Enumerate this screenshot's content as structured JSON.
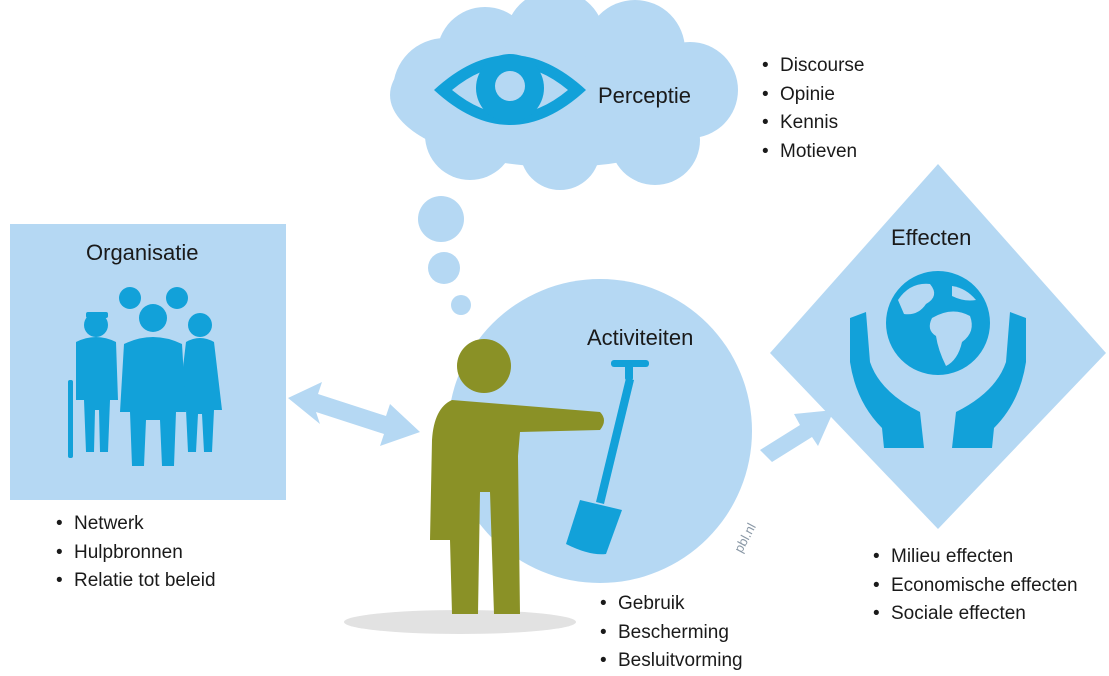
{
  "nodes": {
    "perceptie": {
      "label": "Perceptie",
      "items": [
        "Discourse",
        "Opinie",
        "Kennis",
        "Motieven"
      ]
    },
    "organisatie": {
      "label": "Organisatie",
      "items": [
        "Netwerk",
        "Hulpbronnen",
        "Relatie tot beleid"
      ]
    },
    "activiteiten": {
      "label": "Activiteiten",
      "items": [
        "Gebruik",
        "Bescherming",
        "Besluitvorming"
      ]
    },
    "effecten": {
      "label": "Effecten",
      "items": [
        "Milieu effecten",
        "Economische effecten",
        "Sociale effecten"
      ]
    }
  },
  "watermark": "pbl.nl",
  "colors": {
    "light_blue": "#b5d8f3",
    "icon_blue": "#12a1d9",
    "olive": "#8a9126",
    "shadow": "#e2e2e2",
    "text": "#1a1a1a"
  },
  "icons": [
    "eye-icon",
    "people-group-icon",
    "globe-in-hands-icon",
    "person-with-shovel-icon",
    "double-arrow-icon",
    "arrow-icon"
  ]
}
